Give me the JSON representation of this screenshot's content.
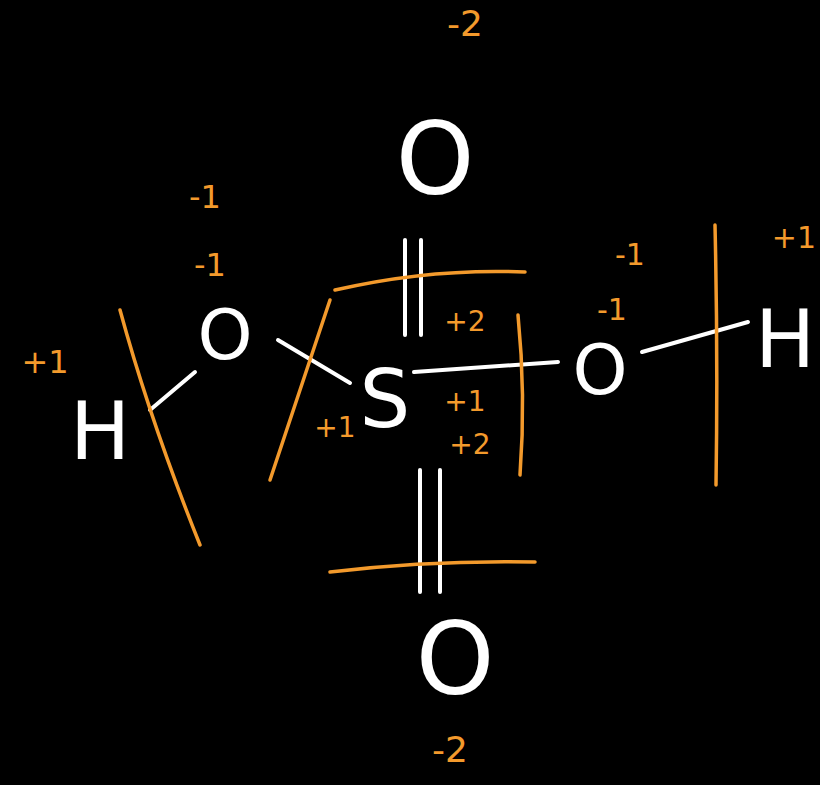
{
  "diagram": {
    "labels": [
      "-2",
      "O",
      "-1",
      "-1",
      "+1",
      "+1",
      "H",
      "O",
      "+2",
      "-1",
      "-1",
      "O",
      "H",
      "S",
      "+1",
      "+1",
      "+2",
      "O",
      "-2"
    ]
  }
}
